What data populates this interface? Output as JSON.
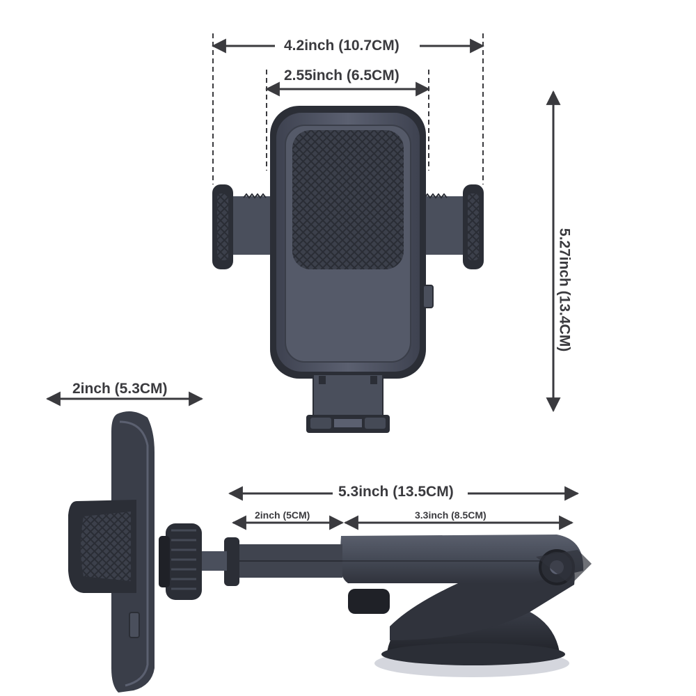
{
  "dimensions": {
    "total_width": "4.2inch (10.7CM)",
    "cradle_width": "2.55inch (6.5CM)",
    "height": "5.27inch (13.4CM)",
    "depth": "2inch (5.3CM)",
    "arm_length": "5.3inch (13.5CM)",
    "arm_short": "2inch (5CM)",
    "arm_long": "3.3inch (8.5CM)"
  },
  "colors": {
    "product_dark": "#2b2e36",
    "product_mid": "#4a4f5c",
    "product_light": "#5b6070",
    "line": "#3a3a3e"
  }
}
